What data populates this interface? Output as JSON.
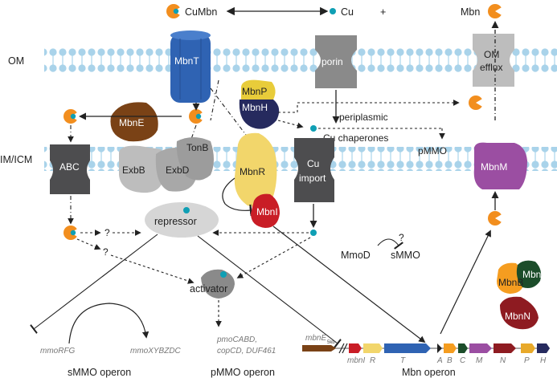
{
  "top": {
    "cumbn": "CuMbn",
    "cu": "Cu",
    "plus": "+",
    "mbn": "Mbn"
  },
  "membranes": {
    "om": "OM",
    "im": "IM/ICM"
  },
  "proteins": {
    "mbnt": "MbnT",
    "porin": "porin",
    "om_efflux_1": "OM",
    "om_efflux_2": "efflux",
    "mbne": "MbnE",
    "mbnp": "MbnP",
    "mbnh": "MbnH",
    "tonb": "TonB",
    "abc": "ABC",
    "exbb": "ExbB",
    "exbd": "ExbD",
    "mbnr": "MbnR",
    "cu_import_1": "Cu",
    "cu_import_2": "import",
    "mbnm": "MbnM",
    "mbni": "MbnI",
    "repressor": "repressor",
    "activator": "activator",
    "mmod": "MmoD",
    "smmo": "sMMO",
    "mbnb": "MbnB",
    "mbnc": "MbnC",
    "mbnn": "MbnN"
  },
  "labels": {
    "periplasmic_1": "periplasmic",
    "periplasmic_2": "Cu chaperones",
    "pmmo": "pMMO",
    "q1": "?",
    "q2": "?",
    "q3": "?"
  },
  "genes": {
    "mmorfg": "mmoRFG",
    "mmoxyb": "mmoXYBZDC",
    "pmo_1": "pmoCABD,",
    "pmo_2": "copCD, DUF461",
    "mbne_gene": "mbnE",
    "kb": "5kb",
    "mbni_gene": "mbnI",
    "r": "R",
    "t": "T",
    "a": "A",
    "b": "B",
    "c": "C",
    "m": "M",
    "n": "N",
    "p": "P",
    "h": "H"
  },
  "operons": {
    "smmo": "sMMO operon",
    "pmmo": "pMMO operon",
    "mbn": "Mbn operon"
  },
  "colors": {
    "membrane": "#a9d3ea",
    "cu_dot": "#0f9fb4",
    "mbn_orange": "#f28e1e",
    "mbnt": "#2f63b3",
    "mbne": "#7a4216",
    "mbnp": "#e8cc3a",
    "mbnh": "#262a5e",
    "mbnr": "#f2d66b",
    "mbni": "#c91d26",
    "mbnm": "#9b4ea2",
    "dark_grey": "#4d4d4f",
    "mid_grey": "#8a8a8a",
    "light_grey": "#bdbdbd",
    "mbnb": "#f59d20",
    "mbnc": "#1c4d2a",
    "mbnn": "#8e1b21"
  }
}
